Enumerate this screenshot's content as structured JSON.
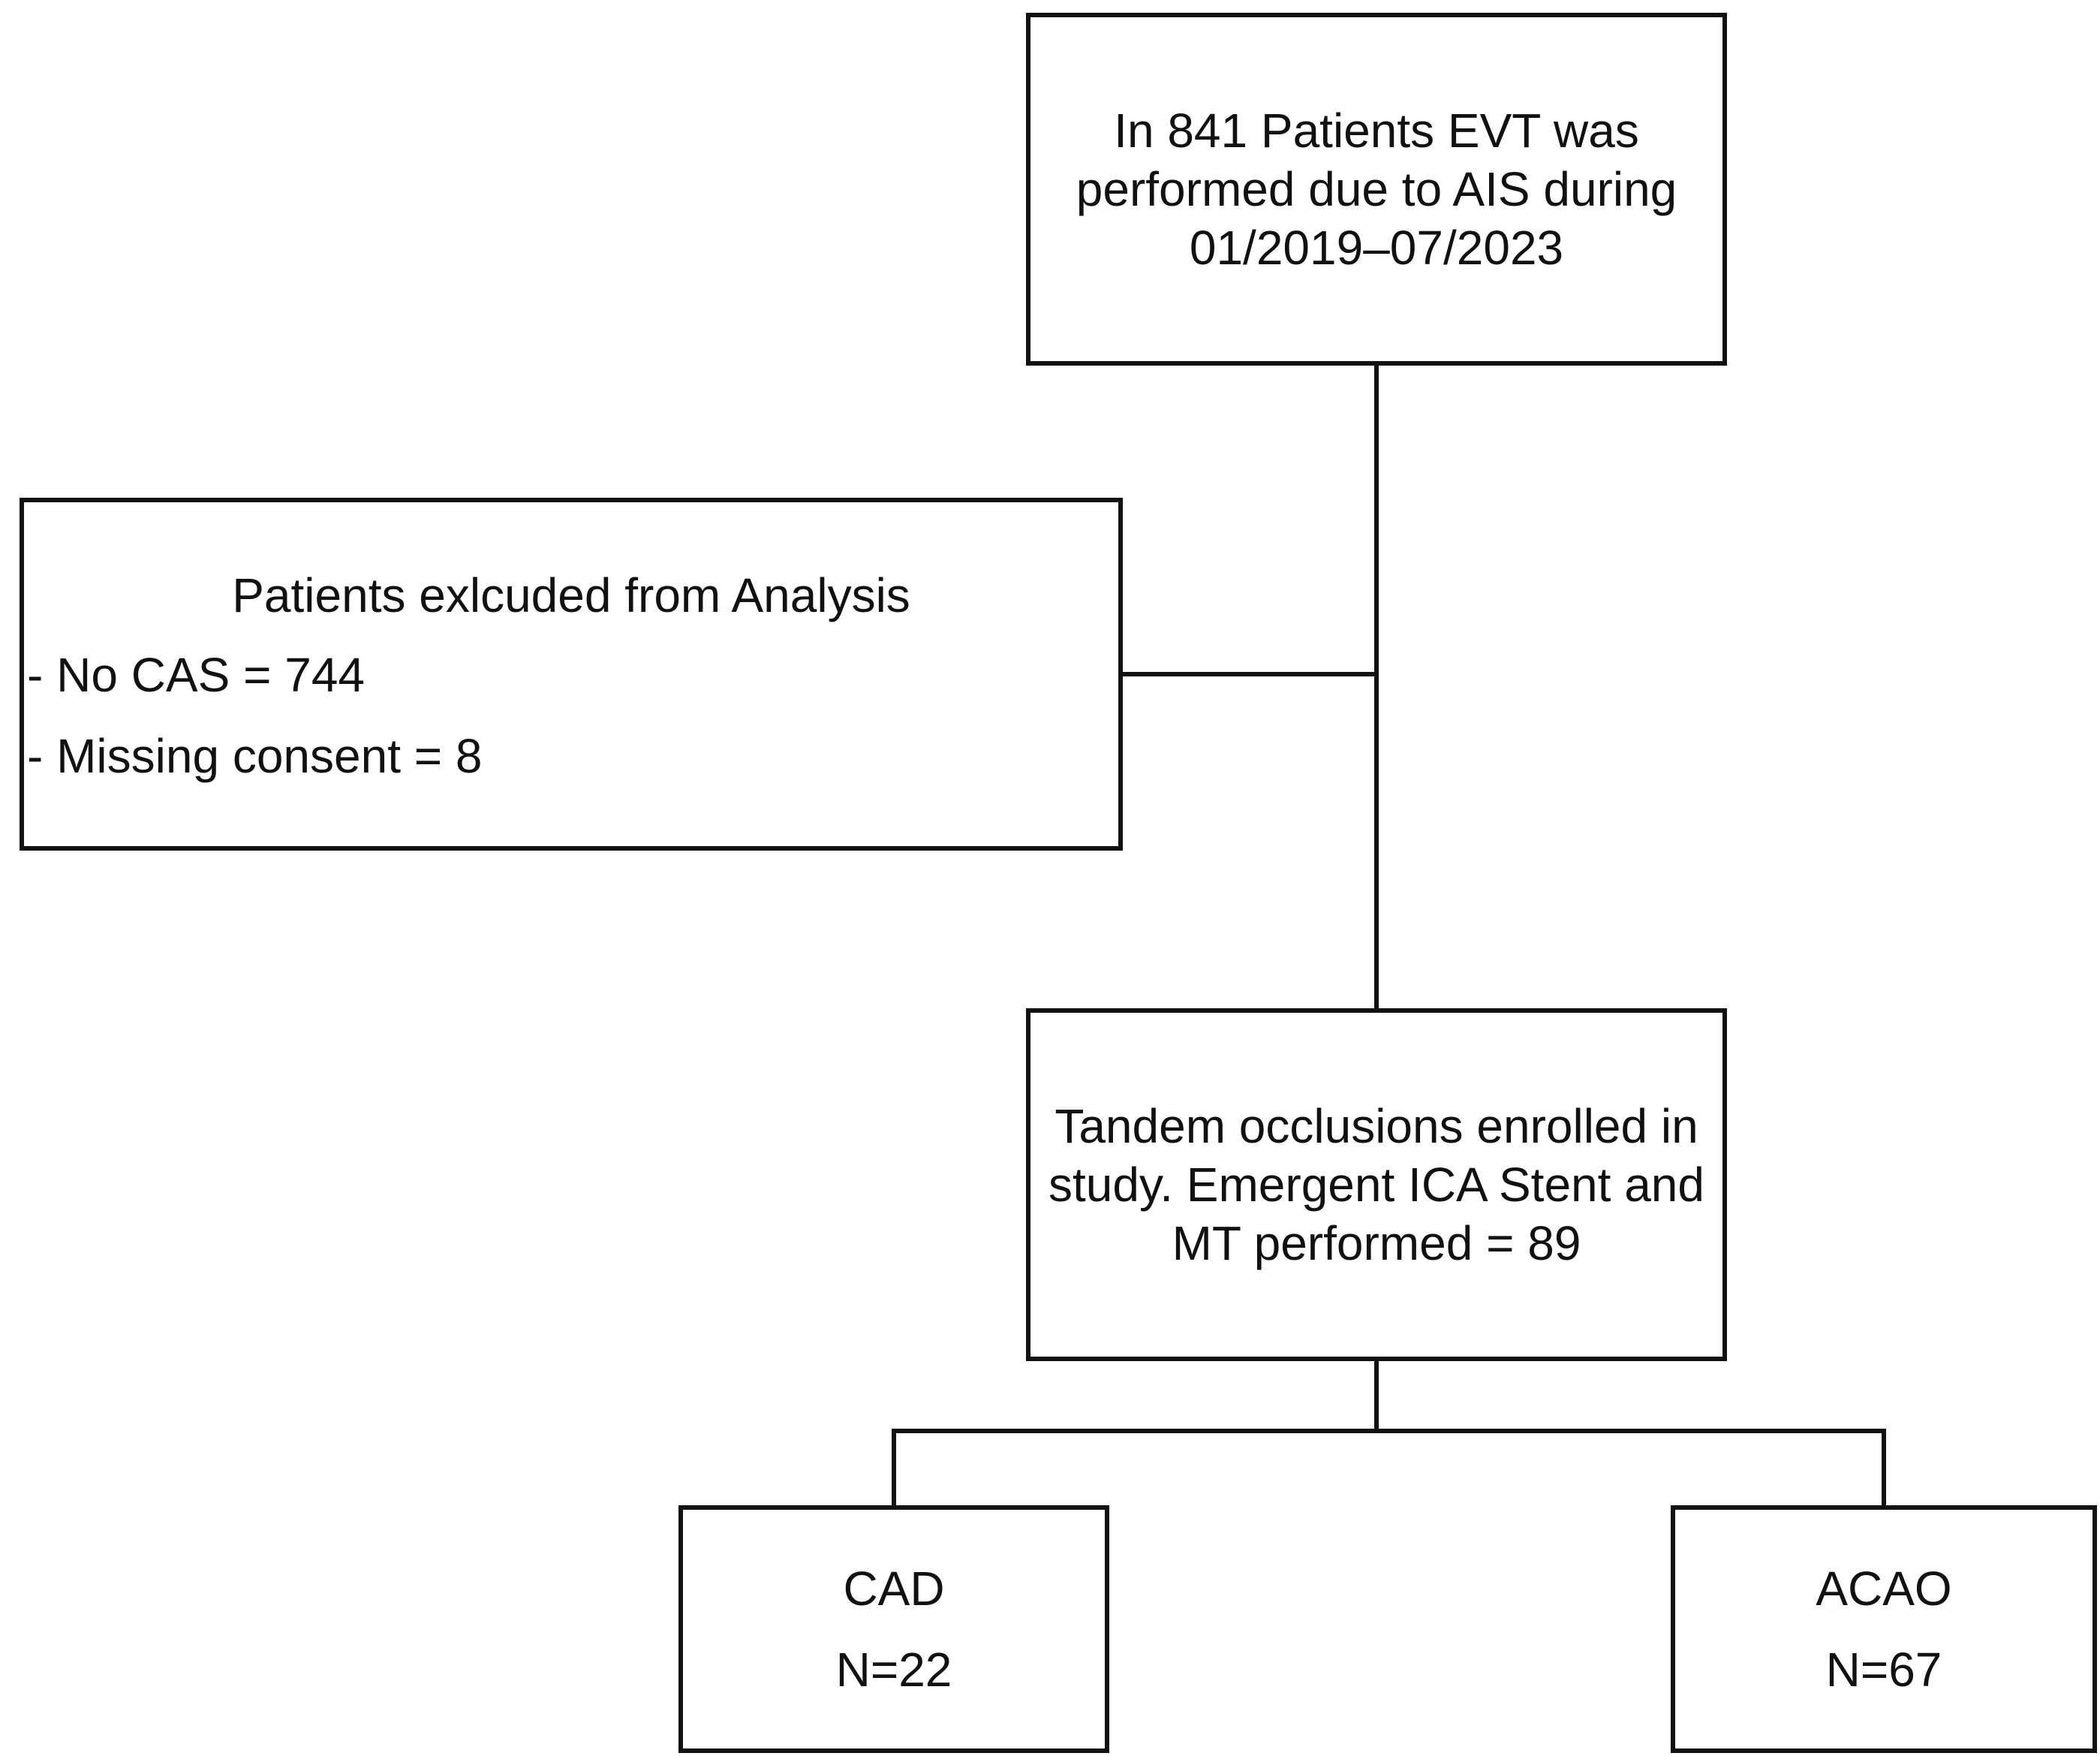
{
  "boxes": {
    "start": {
      "lines": [
        "In 841 Patients EVT was",
        "performed due to AIS during",
        "01/2019–07/2023"
      ]
    },
    "excluded": {
      "title": "Patients exlcuded from Analysis",
      "items": [
        "- No CAS = 744",
        "- Missing consent = 8"
      ]
    },
    "enrolled": {
      "lines": [
        "Tandem occlusions enrolled in",
        "study. Emergent ICA Stent and",
        "MT performed = 89"
      ]
    },
    "cad": {
      "label": "CAD",
      "count": "N=22"
    },
    "acao": {
      "label": "ACAO",
      "count": "N=67"
    }
  }
}
